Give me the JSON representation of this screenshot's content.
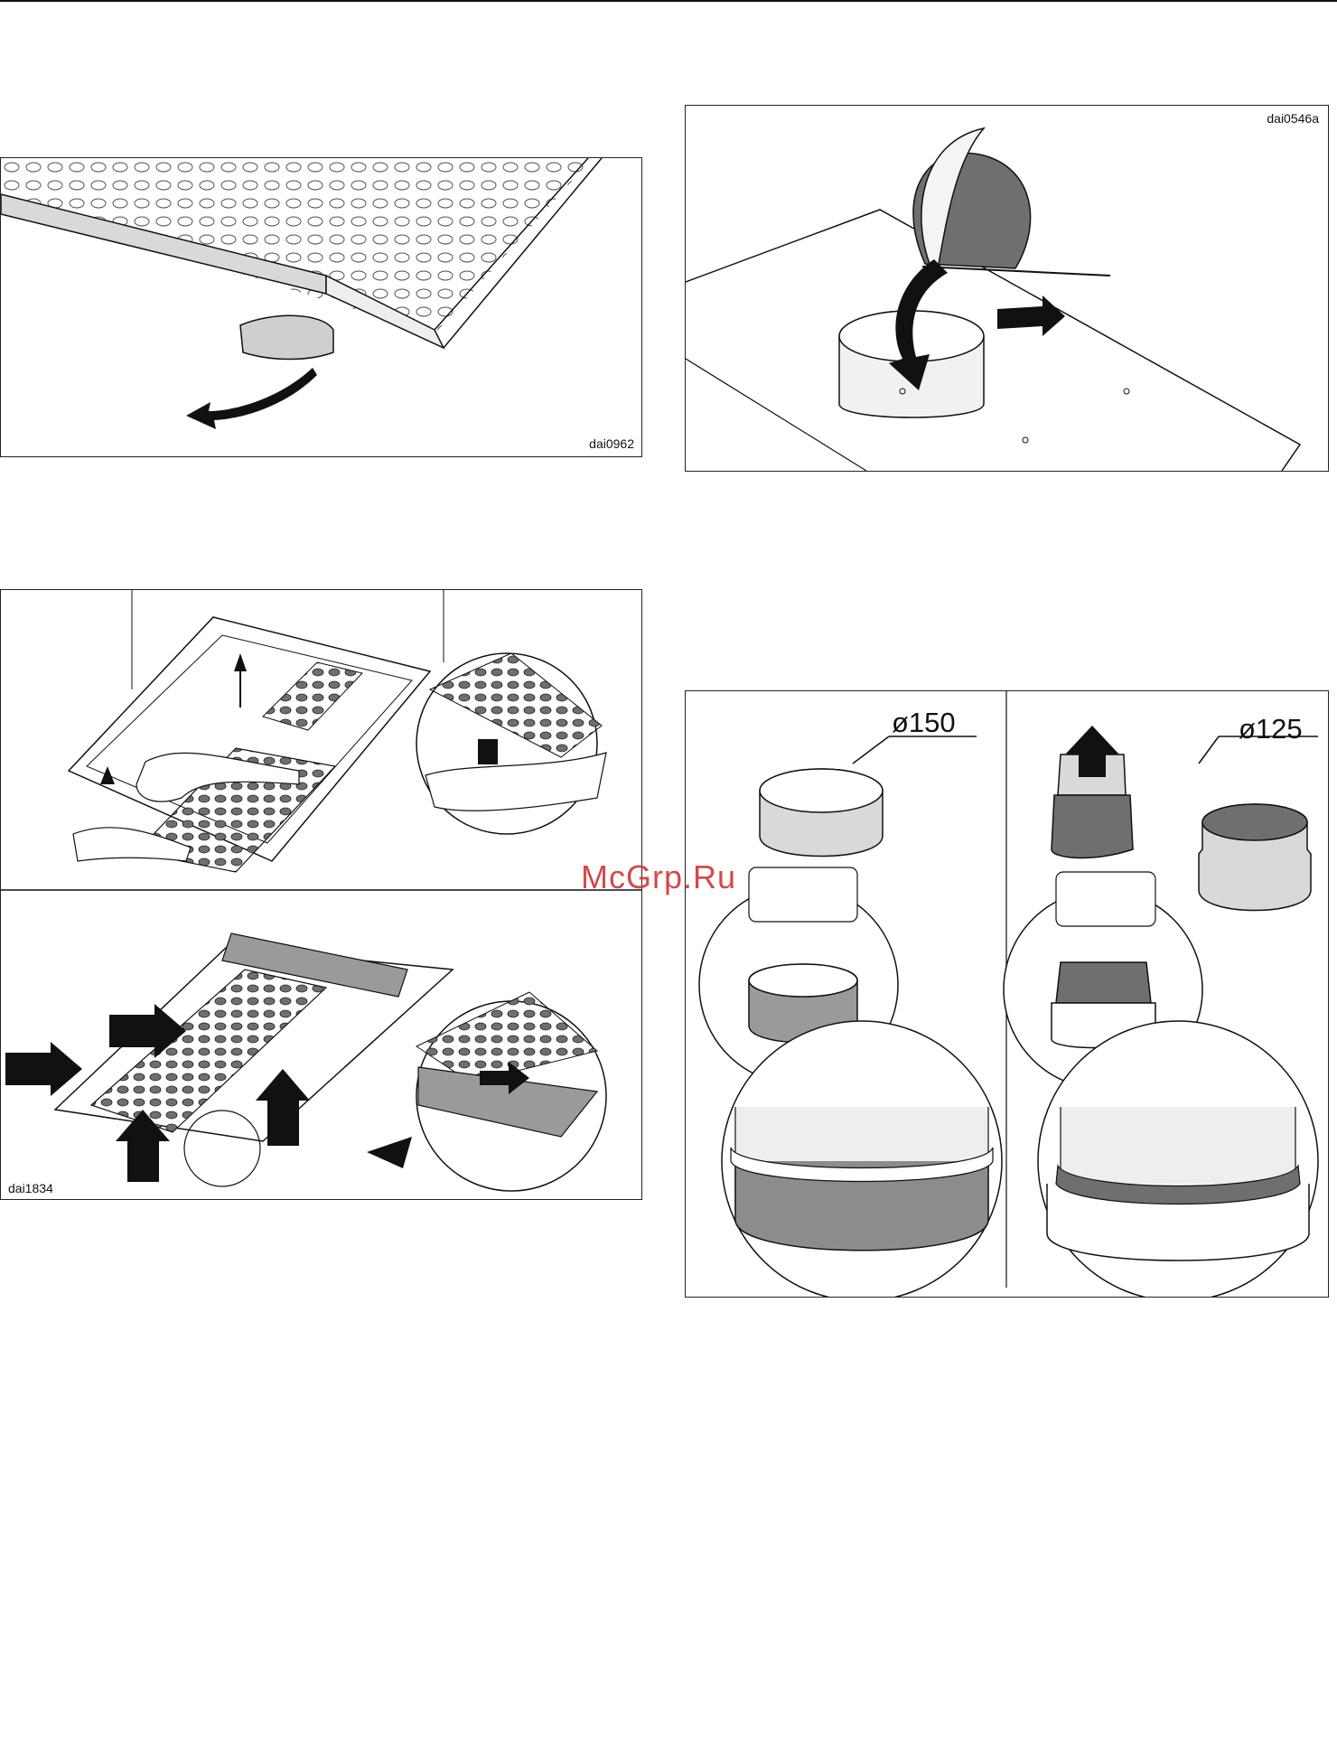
{
  "figures": {
    "fig1": {
      "code": "dai0962"
    },
    "fig2": {
      "code": "dai0546a"
    },
    "fig3": {
      "code": "dai1834"
    },
    "fig4": {
      "diameter_left": "ø150",
      "diameter_right": "ø125"
    }
  },
  "watermark": "McGrp.Ru",
  "colors": {
    "line": "#111111",
    "dark_fill": "#6f6f6f",
    "mid_fill": "#9a9a9a",
    "light_fill": "#d9d9d9",
    "watermark": "#d23a3a"
  }
}
